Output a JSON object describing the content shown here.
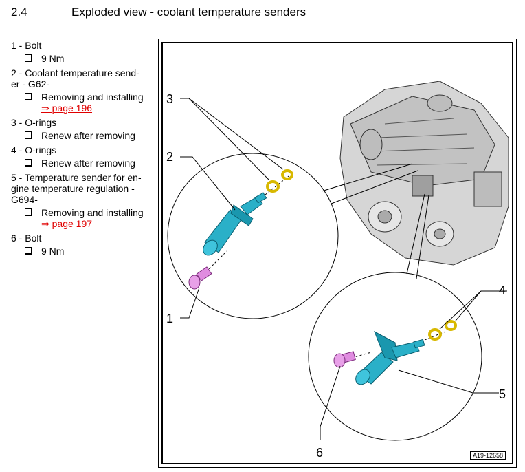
{
  "section": {
    "number": "2.4",
    "title": "Exploded view - coolant temperature senders"
  },
  "legend": [
    {
      "label": "1 - Bolt",
      "subs": [
        {
          "text": "9 Nm"
        }
      ]
    },
    {
      "label": "2 - Coolant temperature send-\ner - G62-",
      "subs": [
        {
          "text": "Removing and installing",
          "link": "⇒ page 196"
        }
      ]
    },
    {
      "label": "3 - O-rings",
      "subs": [
        {
          "text": "Renew after removing"
        }
      ]
    },
    {
      "label": "4 - O-rings",
      "subs": [
        {
          "text": "Renew after removing"
        }
      ]
    },
    {
      "label": "5 - Temperature sender for en-\ngine temperature regulation -\nG694-",
      "subs": [
        {
          "text": "Removing and installing",
          "link": "⇒ page 197"
        }
      ]
    },
    {
      "label": "6 - Bolt",
      "subs": [
        {
          "text": "9 Nm"
        }
      ]
    }
  ],
  "figure": {
    "callouts": {
      "c1": "1",
      "c2": "2",
      "c3": "3",
      "c4": "4",
      "c5": "5",
      "c6": "6"
    },
    "reference": "A19-12658"
  },
  "colors": {
    "link": "#e00000",
    "sender": "#2ab0c8",
    "bolt": "#e08ce0",
    "oring": "#e8c800"
  }
}
